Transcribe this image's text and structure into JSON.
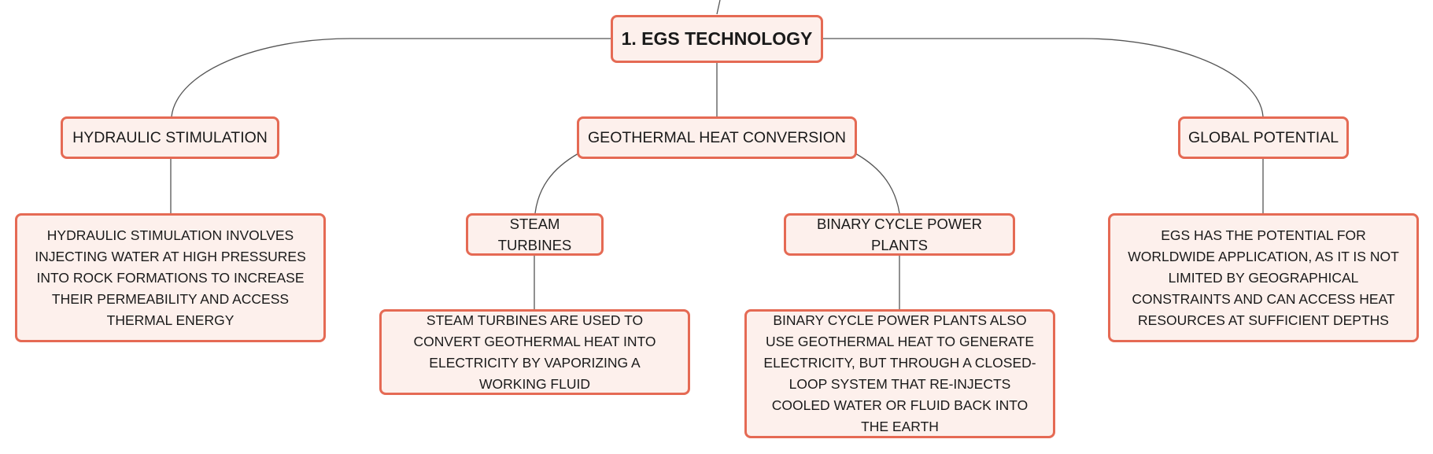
{
  "colors": {
    "node_border": "#e56a54",
    "node_fill": "#fdf0ec",
    "connector": "#555555"
  },
  "root": {
    "label": "1. EGS TECHNOLOGY"
  },
  "branches": [
    {
      "label": "HYDRAULIC STIMULATION",
      "description": "HYDRAULIC STIMULATION INVOLVES INJECTING WATER AT HIGH PRESSURES INTO ROCK FORMATIONS TO INCREASE THEIR PERMEABILITY AND ACCESS THERMAL ENERGY"
    },
    {
      "label": "GEOTHERMAL HEAT CONVERSION",
      "children": [
        {
          "label": "STEAM TURBINES",
          "description": "STEAM TURBINES ARE USED TO CONVERT GEOTHERMAL HEAT INTO ELECTRICITY BY VAPORIZING A WORKING FLUID"
        },
        {
          "label": "BINARY CYCLE POWER PLANTS",
          "description": "BINARY CYCLE POWER PLANTS ALSO USE GEOTHERMAL HEAT TO GENERATE ELECTRICITY, BUT THROUGH A CLOSED-LOOP SYSTEM THAT RE-INJECTS COOLED WATER OR FLUID BACK INTO THE EARTH"
        }
      ]
    },
    {
      "label": "GLOBAL POTENTIAL",
      "description": "EGS HAS THE POTENTIAL FOR WORLDWIDE APPLICATION, AS IT IS NOT LIMITED BY GEOGRAPHICAL CONSTRAINTS AND CAN ACCESS HEAT RESOURCES AT SUFFICIENT DEPTHS"
    }
  ]
}
